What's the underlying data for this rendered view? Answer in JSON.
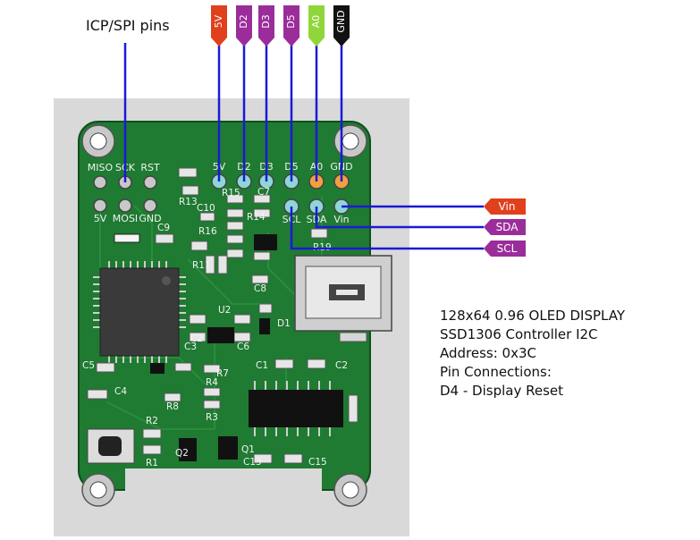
{
  "title_label": "ICP/SPI pins",
  "header_pins": [
    {
      "label": "5V",
      "color": "#e0401c"
    },
    {
      "label": "D2",
      "color": "#9b2d9b"
    },
    {
      "label": "D3",
      "color": "#9b2d9b"
    },
    {
      "label": "D5",
      "color": "#9b2d9b"
    },
    {
      "label": "A0",
      "color": "#8fd63a"
    },
    {
      "label": "GND",
      "color": "#111111"
    }
  ],
  "side_pins": [
    {
      "label": "Vin",
      "color": "#e0401c"
    },
    {
      "label": "SDA",
      "color": "#9b2d9b"
    },
    {
      "label": "SCL",
      "color": "#9b2d9b"
    }
  ],
  "board": {
    "top_header_labels": [
      "5V",
      "D2",
      "D3",
      "D5",
      "A0",
      "GND"
    ],
    "icp_top_labels": [
      "MISO",
      "SCK",
      "RST"
    ],
    "icp_bottom_labels": [
      "5V",
      "MOSI",
      "GND"
    ],
    "i2c_labels": [
      "SCL",
      "SDA",
      "Vin"
    ],
    "component_labels": [
      "R15",
      "C7",
      "R13",
      "C10",
      "R14",
      "R16",
      "C9",
      "R19",
      "R11",
      "C8",
      "U2",
      "D1",
      "C3",
      "C2",
      "C6",
      "C5",
      "C4",
      "R7",
      "R4",
      "R8",
      "R3",
      "R2",
      "R1",
      "Q2",
      "Q1",
      "C13",
      "C15",
      "C1",
      "C2"
    ]
  },
  "notes": [
    "128x64 0.96 OLED DISPLAY",
    "SSD1306 Controller I2C",
    "Address: 0x3C",
    "Pin Connections:",
    "D4 - Display Reset"
  ],
  "colors": {
    "wire": "#1a1ad6",
    "pcb": "#1f7a32",
    "pcb_edge": "#0f4f1c",
    "panel": "#d9d9d9"
  }
}
